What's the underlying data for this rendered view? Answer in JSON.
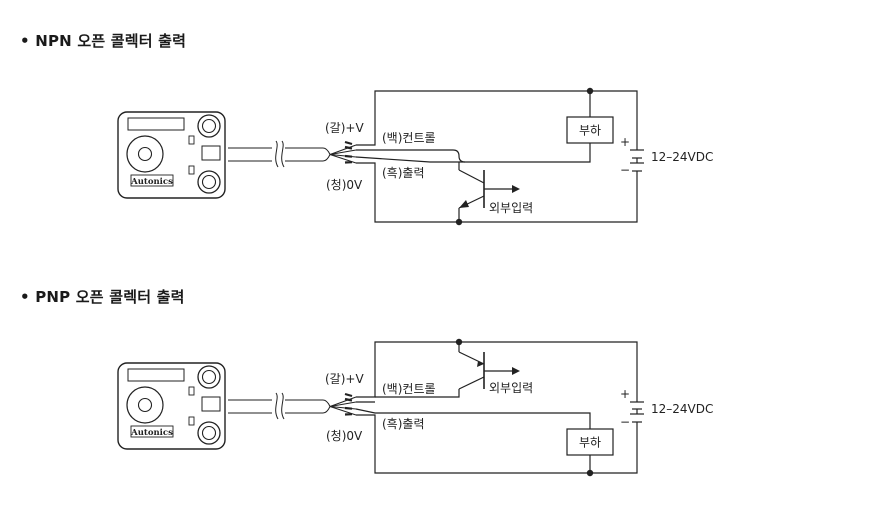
{
  "sections": [
    {
      "title": "• NPN 오픈 콜렉터 출력",
      "wire_brown": "(갈)+V",
      "wire_white": "(백)컨트롤",
      "wire_black": "(흑)출력",
      "wire_blue": "(청)0V",
      "load": "부하",
      "external_input": "외부입력",
      "supply": "12–24VDC",
      "plus": "+",
      "minus": "−",
      "brand": "Autonics"
    },
    {
      "title": "• PNP 오픈 콜렉터 출력",
      "wire_brown": "(갈)+V",
      "wire_white": "(백)컨트롤",
      "wire_black": "(흑)출력",
      "wire_blue": "(청)0V",
      "load": "부하",
      "external_input": "외부입력",
      "supply": "12–24VDC",
      "plus": "+",
      "minus": "−",
      "brand": "Autonics"
    }
  ]
}
